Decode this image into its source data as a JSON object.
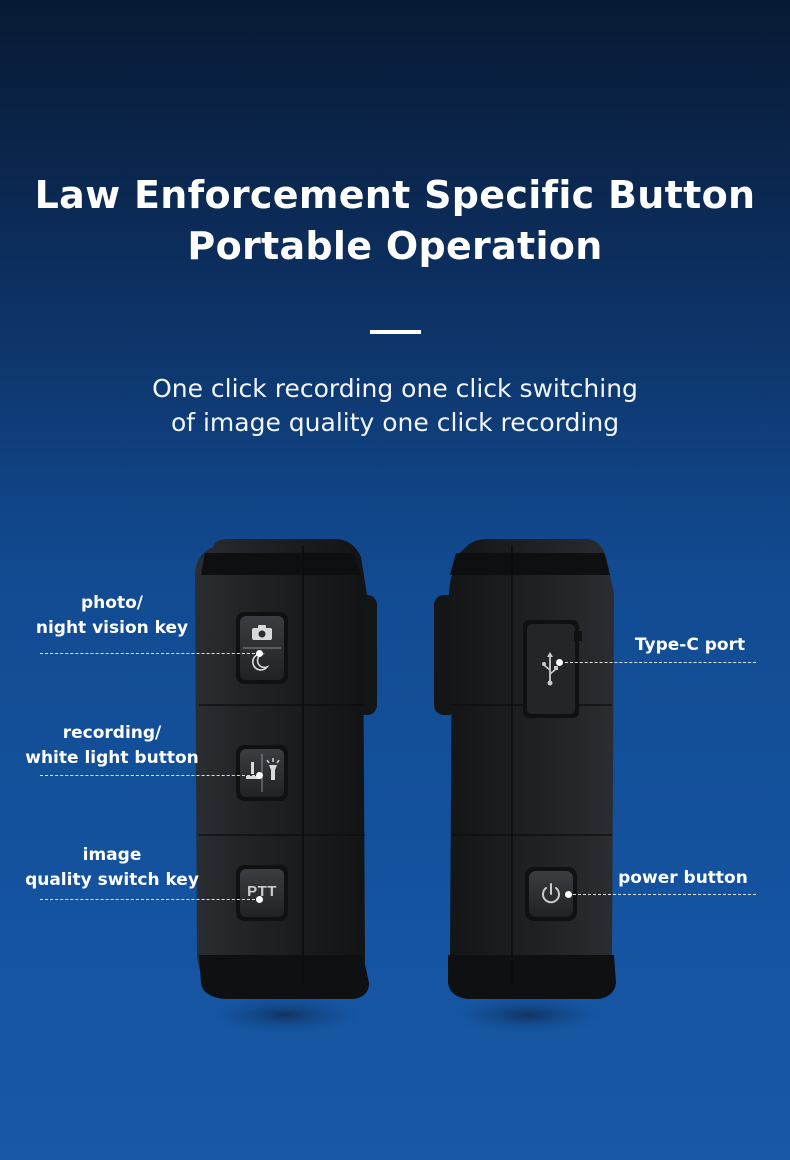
{
  "heading": {
    "line1": "Law Enforcement Specific Button",
    "line2": "Portable Operation"
  },
  "subheading": {
    "line1": "One click recording one click switching",
    "line2": "of image quality one click recording"
  },
  "callouts": {
    "photo_line1": "photo/",
    "photo_line2": "night vision key",
    "record_line1": "recording/",
    "record_line2": "white light button",
    "quality_line1": "image",
    "quality_line2": "quality switch key",
    "typec": "Type-C port",
    "power": "power button"
  },
  "buttons": {
    "ptt_label": "PTT"
  },
  "icons": [
    "camera-icon",
    "moon-icon",
    "record-icon",
    "flashlight-icon",
    "usb-icon",
    "power-icon"
  ],
  "colors": {
    "bg_top": "#071a33",
    "bg_bottom": "#1759a6",
    "device_body": "#1c1e21",
    "text": "#ffffff"
  }
}
